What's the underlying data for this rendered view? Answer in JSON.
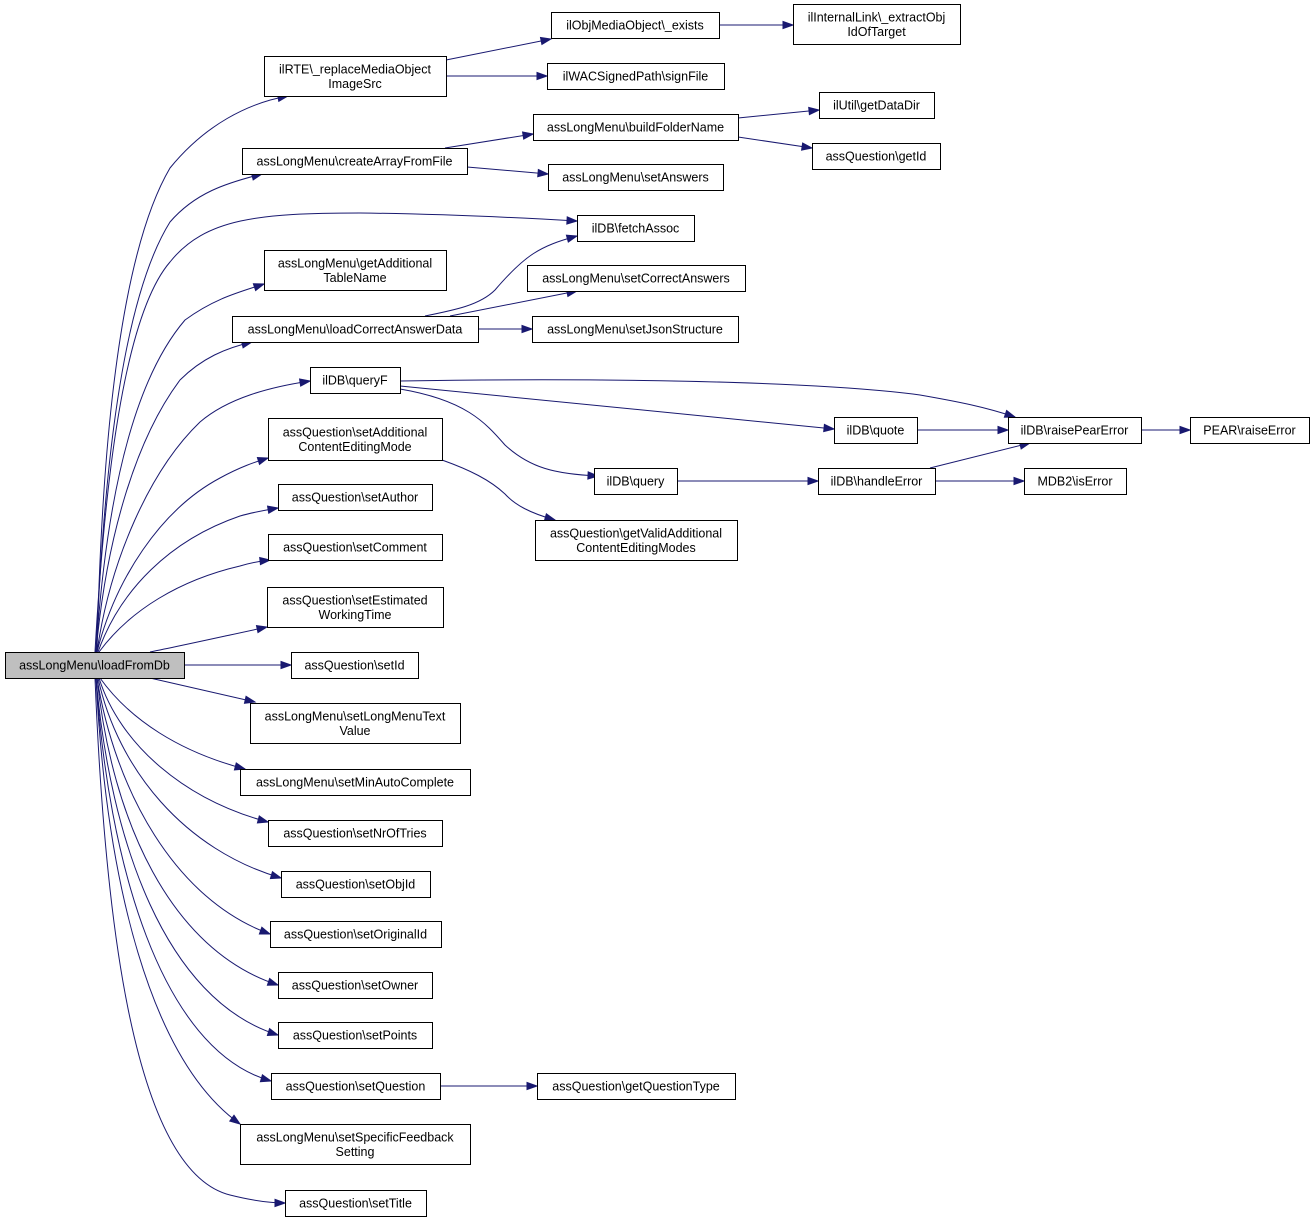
{
  "diagram": {
    "kind": "call-graph",
    "edge_color": "#191970",
    "root_fill": "#bfbfbf",
    "node_fill": "#ffffff",
    "nodes": [
      {
        "id": "root",
        "lines": [
          "assLongMenu\\loadFromDb"
        ],
        "root": true
      },
      {
        "id": "replaceMedia",
        "lines": [
          "ilRTE\\_replaceMediaObject",
          "ImageSrc"
        ]
      },
      {
        "id": "objMediaExists",
        "lines": [
          "ilObjMediaObject\\_exists"
        ]
      },
      {
        "id": "extractObjId",
        "lines": [
          "ilInternalLink\\_extractObj",
          "IdOfTarget"
        ]
      },
      {
        "id": "signFile",
        "lines": [
          "ilWACSignedPath\\signFile"
        ]
      },
      {
        "id": "createArray",
        "lines": [
          "assLongMenu\\createArrayFromFile"
        ]
      },
      {
        "id": "buildFolder",
        "lines": [
          "assLongMenu\\buildFolderName"
        ]
      },
      {
        "id": "getDataDir",
        "lines": [
          "ilUtil\\getDataDir"
        ]
      },
      {
        "id": "getId",
        "lines": [
          "assQuestion\\getId"
        ]
      },
      {
        "id": "setAnswers",
        "lines": [
          "assLongMenu\\setAnswers"
        ]
      },
      {
        "id": "fetchAssoc",
        "lines": [
          "ilDB\\fetchAssoc"
        ]
      },
      {
        "id": "getAddTable",
        "lines": [
          "assLongMenu\\getAdditional",
          "TableName"
        ]
      },
      {
        "id": "setCorrectAnswers",
        "lines": [
          "assLongMenu\\setCorrectAnswers"
        ]
      },
      {
        "id": "loadCorrect",
        "lines": [
          "assLongMenu\\loadCorrectAnswerData"
        ]
      },
      {
        "id": "setJson",
        "lines": [
          "assLongMenu\\setJsonStructure"
        ]
      },
      {
        "id": "queryF",
        "lines": [
          "ilDB\\queryF"
        ]
      },
      {
        "id": "raisePear",
        "lines": [
          "ilDB\\raisePearError"
        ]
      },
      {
        "id": "quote",
        "lines": [
          "ilDB\\quote"
        ]
      },
      {
        "id": "pearRaise",
        "lines": [
          "PEAR\\raiseError"
        ]
      },
      {
        "id": "setAddContent",
        "lines": [
          "assQuestion\\setAdditional",
          "ContentEditingMode"
        ]
      },
      {
        "id": "query",
        "lines": [
          "ilDB\\query"
        ]
      },
      {
        "id": "handleError",
        "lines": [
          "ilDB\\handleError"
        ]
      },
      {
        "id": "mdb2IsError",
        "lines": [
          "MDB2\\isError"
        ]
      },
      {
        "id": "setAuthor",
        "lines": [
          "assQuestion\\setAuthor"
        ]
      },
      {
        "id": "getValidAdd",
        "lines": [
          "assQuestion\\getValidAdditional",
          "ContentEditingModes"
        ]
      },
      {
        "id": "setComment",
        "lines": [
          "assQuestion\\setComment"
        ]
      },
      {
        "id": "setEstimated",
        "lines": [
          "assQuestion\\setEstimated",
          "WorkingTime"
        ]
      },
      {
        "id": "setId",
        "lines": [
          "assQuestion\\setId"
        ]
      },
      {
        "id": "setLongMenuText",
        "lines": [
          "assLongMenu\\setLongMenuText",
          "Value"
        ]
      },
      {
        "id": "setMinAuto",
        "lines": [
          "assLongMenu\\setMinAutoComplete"
        ]
      },
      {
        "id": "setNrOfTries",
        "lines": [
          "assQuestion\\setNrOfTries"
        ]
      },
      {
        "id": "setObjId",
        "lines": [
          "assQuestion\\setObjId"
        ]
      },
      {
        "id": "setOriginalId",
        "lines": [
          "assQuestion\\setOriginalId"
        ]
      },
      {
        "id": "setOwner",
        "lines": [
          "assQuestion\\setOwner"
        ]
      },
      {
        "id": "setPoints",
        "lines": [
          "assQuestion\\setPoints"
        ]
      },
      {
        "id": "setQuestion",
        "lines": [
          "assQuestion\\setQuestion"
        ]
      },
      {
        "id": "getQuestionType",
        "lines": [
          "assQuestion\\getQuestionType"
        ]
      },
      {
        "id": "setSpecificFeedback",
        "lines": [
          "assLongMenu\\setSpecificFeedback",
          "Setting"
        ]
      },
      {
        "id": "setTitle",
        "lines": [
          "assQuestion\\setTitle"
        ]
      }
    ],
    "edges": [
      {
        "from": "root",
        "to": "replaceMedia"
      },
      {
        "from": "root",
        "to": "createArray"
      },
      {
        "from": "root",
        "to": "fetchAssoc"
      },
      {
        "from": "root",
        "to": "getAddTable"
      },
      {
        "from": "root",
        "to": "loadCorrect"
      },
      {
        "from": "root",
        "to": "queryF"
      },
      {
        "from": "root",
        "to": "setAddContent"
      },
      {
        "from": "root",
        "to": "setAuthor"
      },
      {
        "from": "root",
        "to": "setComment"
      },
      {
        "from": "root",
        "to": "setEstimated"
      },
      {
        "from": "root",
        "to": "setId"
      },
      {
        "from": "root",
        "to": "setLongMenuText"
      },
      {
        "from": "root",
        "to": "setMinAuto"
      },
      {
        "from": "root",
        "to": "setNrOfTries"
      },
      {
        "from": "root",
        "to": "setObjId"
      },
      {
        "from": "root",
        "to": "setOriginalId"
      },
      {
        "from": "root",
        "to": "setOwner"
      },
      {
        "from": "root",
        "to": "setPoints"
      },
      {
        "from": "root",
        "to": "setQuestion"
      },
      {
        "from": "root",
        "to": "setSpecificFeedback"
      },
      {
        "from": "root",
        "to": "setTitle"
      },
      {
        "from": "replaceMedia",
        "to": "objMediaExists"
      },
      {
        "from": "replaceMedia",
        "to": "signFile"
      },
      {
        "from": "objMediaExists",
        "to": "extractObjId"
      },
      {
        "from": "createArray",
        "to": "buildFolder"
      },
      {
        "from": "createArray",
        "to": "setAnswers"
      },
      {
        "from": "buildFolder",
        "to": "getDataDir"
      },
      {
        "from": "buildFolder",
        "to": "getId"
      },
      {
        "from": "loadCorrect",
        "to": "fetchAssoc"
      },
      {
        "from": "loadCorrect",
        "to": "setCorrectAnswers"
      },
      {
        "from": "loadCorrect",
        "to": "setJson"
      },
      {
        "from": "queryF",
        "to": "raisePear"
      },
      {
        "from": "queryF",
        "to": "quote"
      },
      {
        "from": "queryF",
        "to": "query"
      },
      {
        "from": "quote",
        "to": "raisePear"
      },
      {
        "from": "raisePear",
        "to": "pearRaise"
      },
      {
        "from": "query",
        "to": "handleError"
      },
      {
        "from": "handleError",
        "to": "raisePear"
      },
      {
        "from": "handleError",
        "to": "mdb2IsError"
      },
      {
        "from": "setAddContent",
        "to": "getValidAdd"
      },
      {
        "from": "setQuestion",
        "to": "getQuestionType"
      }
    ]
  }
}
